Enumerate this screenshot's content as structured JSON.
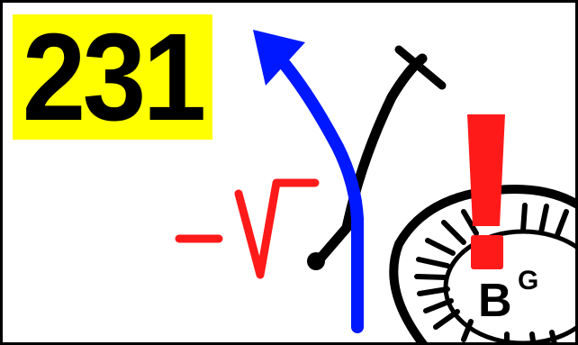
{
  "route": {
    "number": "231",
    "box_color": "#ffff00",
    "text_color": "#000000"
  },
  "diagram": {
    "colors": {
      "frame": "#000000",
      "blue_route": "#0018ff",
      "black_route": "#000000",
      "red_signal": "#ff1a1a",
      "station_fill": "#ffffff",
      "station_outline": "#000000"
    },
    "icons": {
      "route_arrow": "route-arrow-icon",
      "crossing": "crossing-bar-icon",
      "terminal_dot": "terminal-dot-icon",
      "gradient_symbol": "gradient-symbol-icon",
      "warning": "exclamation-icon",
      "station": "station-ring-icon"
    },
    "station_label": {
      "main": "B",
      "superscript": "G"
    }
  }
}
